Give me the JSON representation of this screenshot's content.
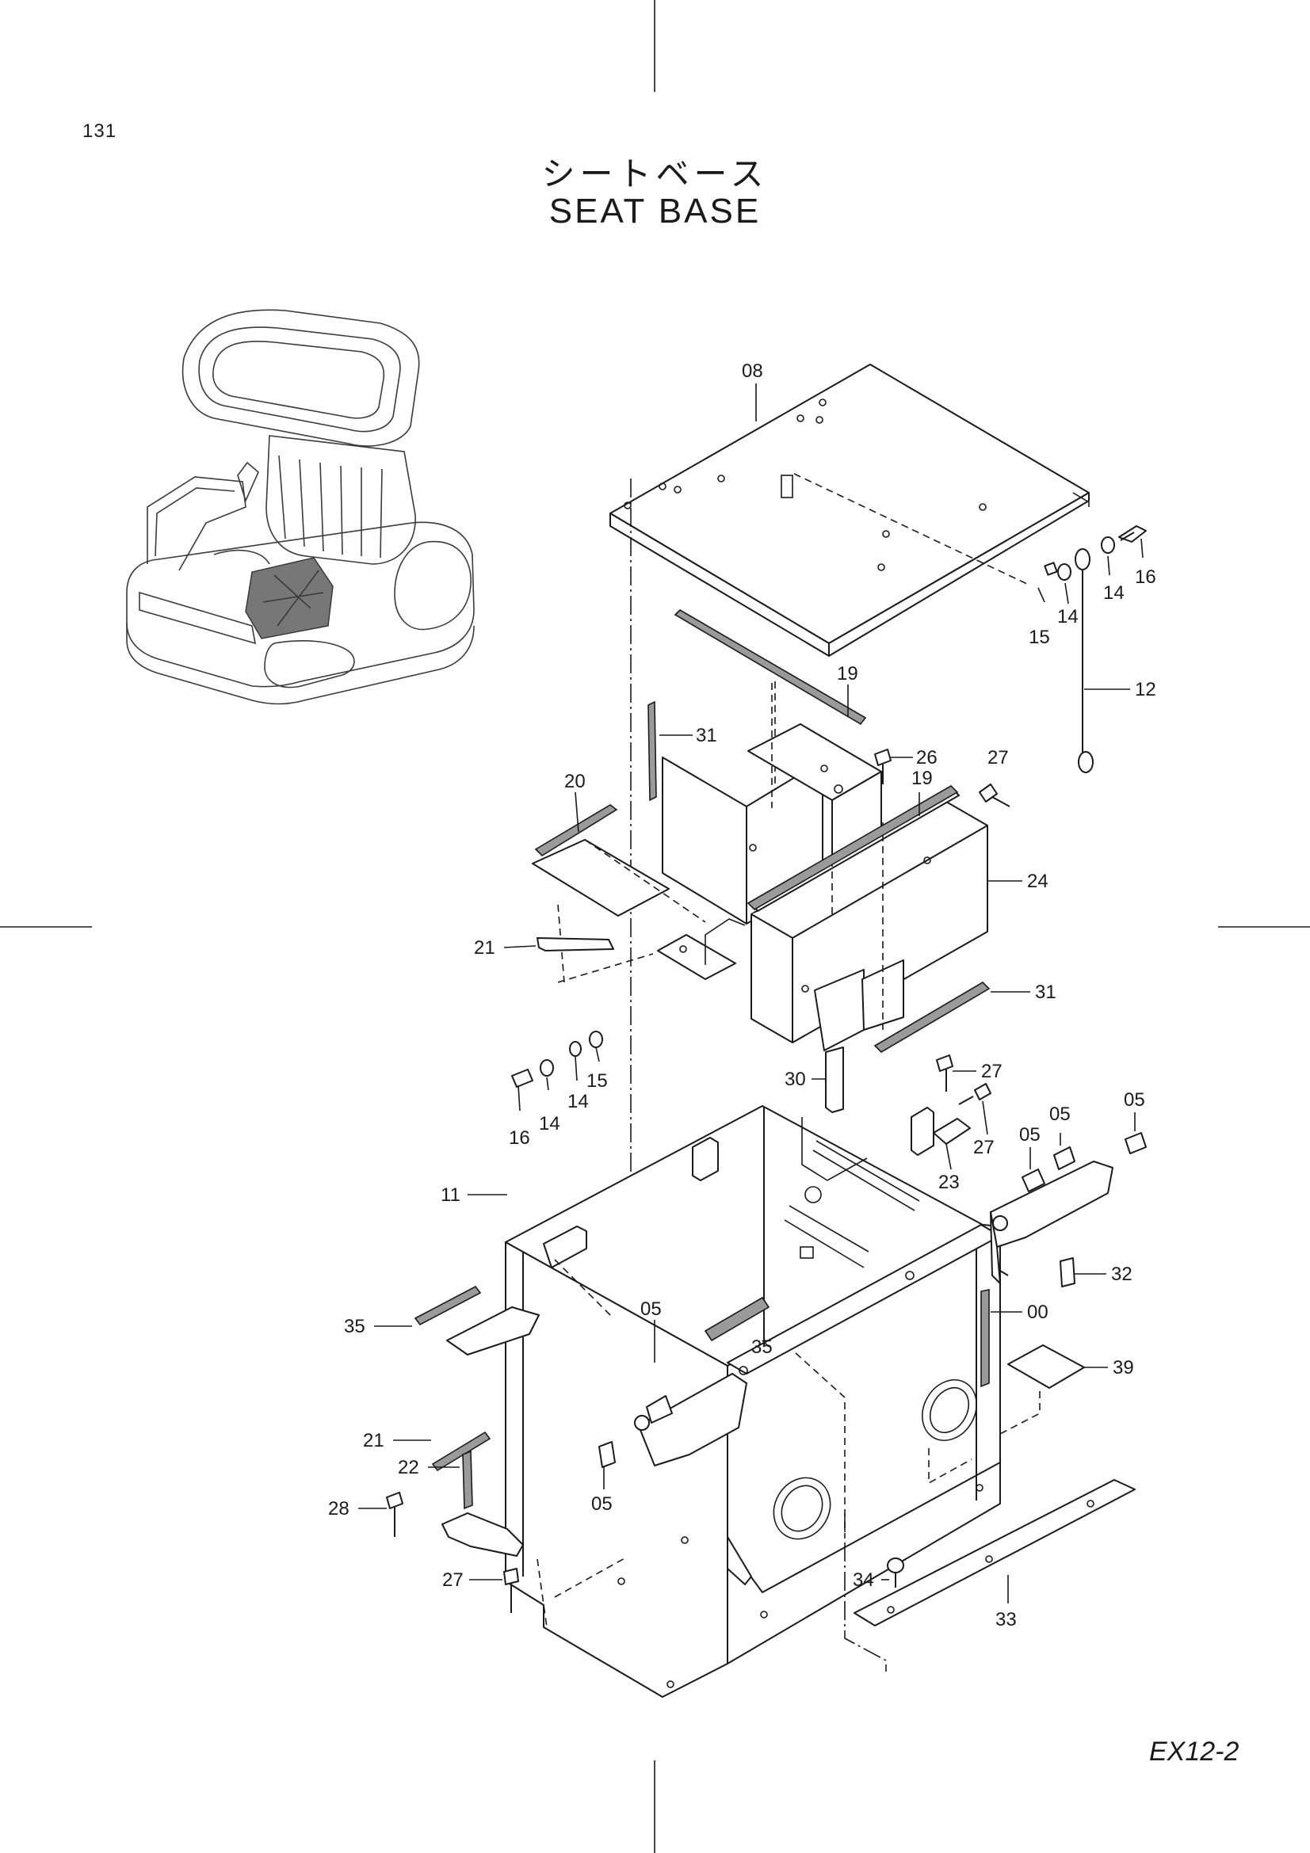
{
  "page_number": "131",
  "title_ja": "シートベース",
  "title_en": "SEAT  BASE",
  "sheet_code": "EX12-2",
  "callouts": [
    {
      "id": "08",
      "text": "08"
    },
    {
      "id": "16a",
      "text": "16"
    },
    {
      "id": "14a",
      "text": "14"
    },
    {
      "id": "14b",
      "text": "14"
    },
    {
      "id": "15a",
      "text": "15"
    },
    {
      "id": "12",
      "text": "12"
    },
    {
      "id": "19a",
      "text": "19"
    },
    {
      "id": "31a",
      "text": "31"
    },
    {
      "id": "26",
      "text": "26"
    },
    {
      "id": "27a",
      "text": "27"
    },
    {
      "id": "19b",
      "text": "19"
    },
    {
      "id": "20",
      "text": "20"
    },
    {
      "id": "24",
      "text": "24"
    },
    {
      "id": "21a",
      "text": "21"
    },
    {
      "id": "31b",
      "text": "31"
    },
    {
      "id": "15b",
      "text": "15"
    },
    {
      "id": "14c",
      "text": "14"
    },
    {
      "id": "14d",
      "text": "14"
    },
    {
      "id": "16b",
      "text": "16"
    },
    {
      "id": "30",
      "text": "30"
    },
    {
      "id": "27b",
      "text": "27"
    },
    {
      "id": "27c",
      "text": "27"
    },
    {
      "id": "05a",
      "text": "05"
    },
    {
      "id": "05b",
      "text": "05"
    },
    {
      "id": "05c",
      "text": "05"
    },
    {
      "id": "23",
      "text": "23"
    },
    {
      "id": "11",
      "text": "11"
    },
    {
      "id": "32",
      "text": "32"
    },
    {
      "id": "00",
      "text": "00"
    },
    {
      "id": "35a",
      "text": "35"
    },
    {
      "id": "05d",
      "text": "05"
    },
    {
      "id": "35b",
      "text": "35"
    },
    {
      "id": "39",
      "text": "39"
    },
    {
      "id": "21b",
      "text": "21"
    },
    {
      "id": "22",
      "text": "22"
    },
    {
      "id": "05e",
      "text": "05"
    },
    {
      "id": "28",
      "text": "28"
    },
    {
      "id": "27d",
      "text": "27"
    },
    {
      "id": "34",
      "text": "34"
    },
    {
      "id": "33",
      "text": "33"
    }
  ]
}
